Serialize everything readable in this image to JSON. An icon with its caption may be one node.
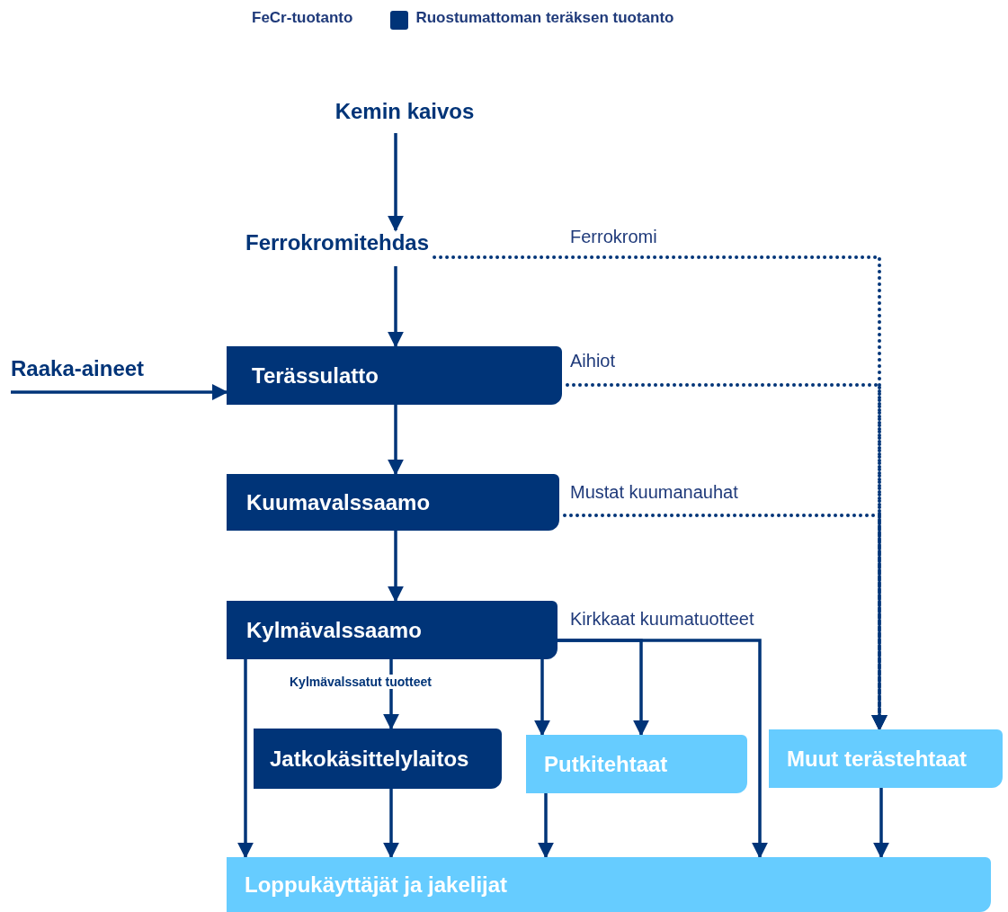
{
  "diagram": {
    "nodes": [
      {
        "text": [
          "Kemin kaivos"
        ]
      },
      {
        "text": [
          "Ferrokromitehdas"
        ]
      },
      {
        "text": [
          "Terässulatto"
        ]
      },
      {
        "text": [
          "Kuumavalssaamo"
        ]
      },
      {
        "text": [
          "Kylmävalssaamo"
        ]
      },
      {
        "text": [
          "Jatkokäsittelylaitos"
        ]
      },
      {
        "text": [
          "Putkitehtaat"
        ]
      },
      {
        "text": [
          "Muut terästehtaat"
        ]
      },
      {
        "text": [
          "Loppukäyttäjät ja jakelijat"
        ]
      },
      {
        "text": [
          "Raaka-aineet"
        ]
      }
    ],
    "edges": [
      {
        "from": 0,
        "to": 1,
        "arrow": "to"
      },
      {
        "from": 1,
        "to": 2,
        "arrow": "to"
      },
      {
        "from": 9,
        "to": 2,
        "arrow": "to"
      },
      {
        "from": 2,
        "to": 3,
        "arrow": "to"
      },
      {
        "from": 3,
        "to": 4,
        "arrow": "to"
      },
      {
        "from": 1,
        "to": 7,
        "arrow": "to",
        "style": "dashed",
        "label": "Ferrokromi"
      },
      {
        "from": 2,
        "to": 7,
        "arrow": "to",
        "style": "dashed",
        "label": "Aihiot"
      },
      {
        "from": 3,
        "to": 7,
        "arrow": "to",
        "style": "dashed",
        "label": "Mustat kuumanauhat"
      },
      {
        "from": 4,
        "to": 8,
        "arrow": "to"
      },
      {
        "from": 4,
        "to": 5,
        "arrow": "to",
        "label": "Kylmävalssatut tuotteet"
      },
      {
        "from": 4,
        "to": 6,
        "arrow": "to"
      },
      {
        "from": 4,
        "to": 6,
        "arrow": "to",
        "label": "Kirkkaat kuumatuotteet"
      },
      {
        "from": 4,
        "to": 8,
        "arrow": "to"
      },
      {
        "from": 5,
        "to": 8,
        "arrow": "to"
      },
      {
        "from": 6,
        "to": 8,
        "arrow": "to"
      },
      {
        "from": 7,
        "to": 8,
        "arrow": "to"
      }
    ],
    "legend": [
      {
        "text": "FeCr-tuotanto"
      },
      {
        "text": "Ruostumattoman teräksen tuotanto",
        "color": "#003478"
      }
    ]
  }
}
